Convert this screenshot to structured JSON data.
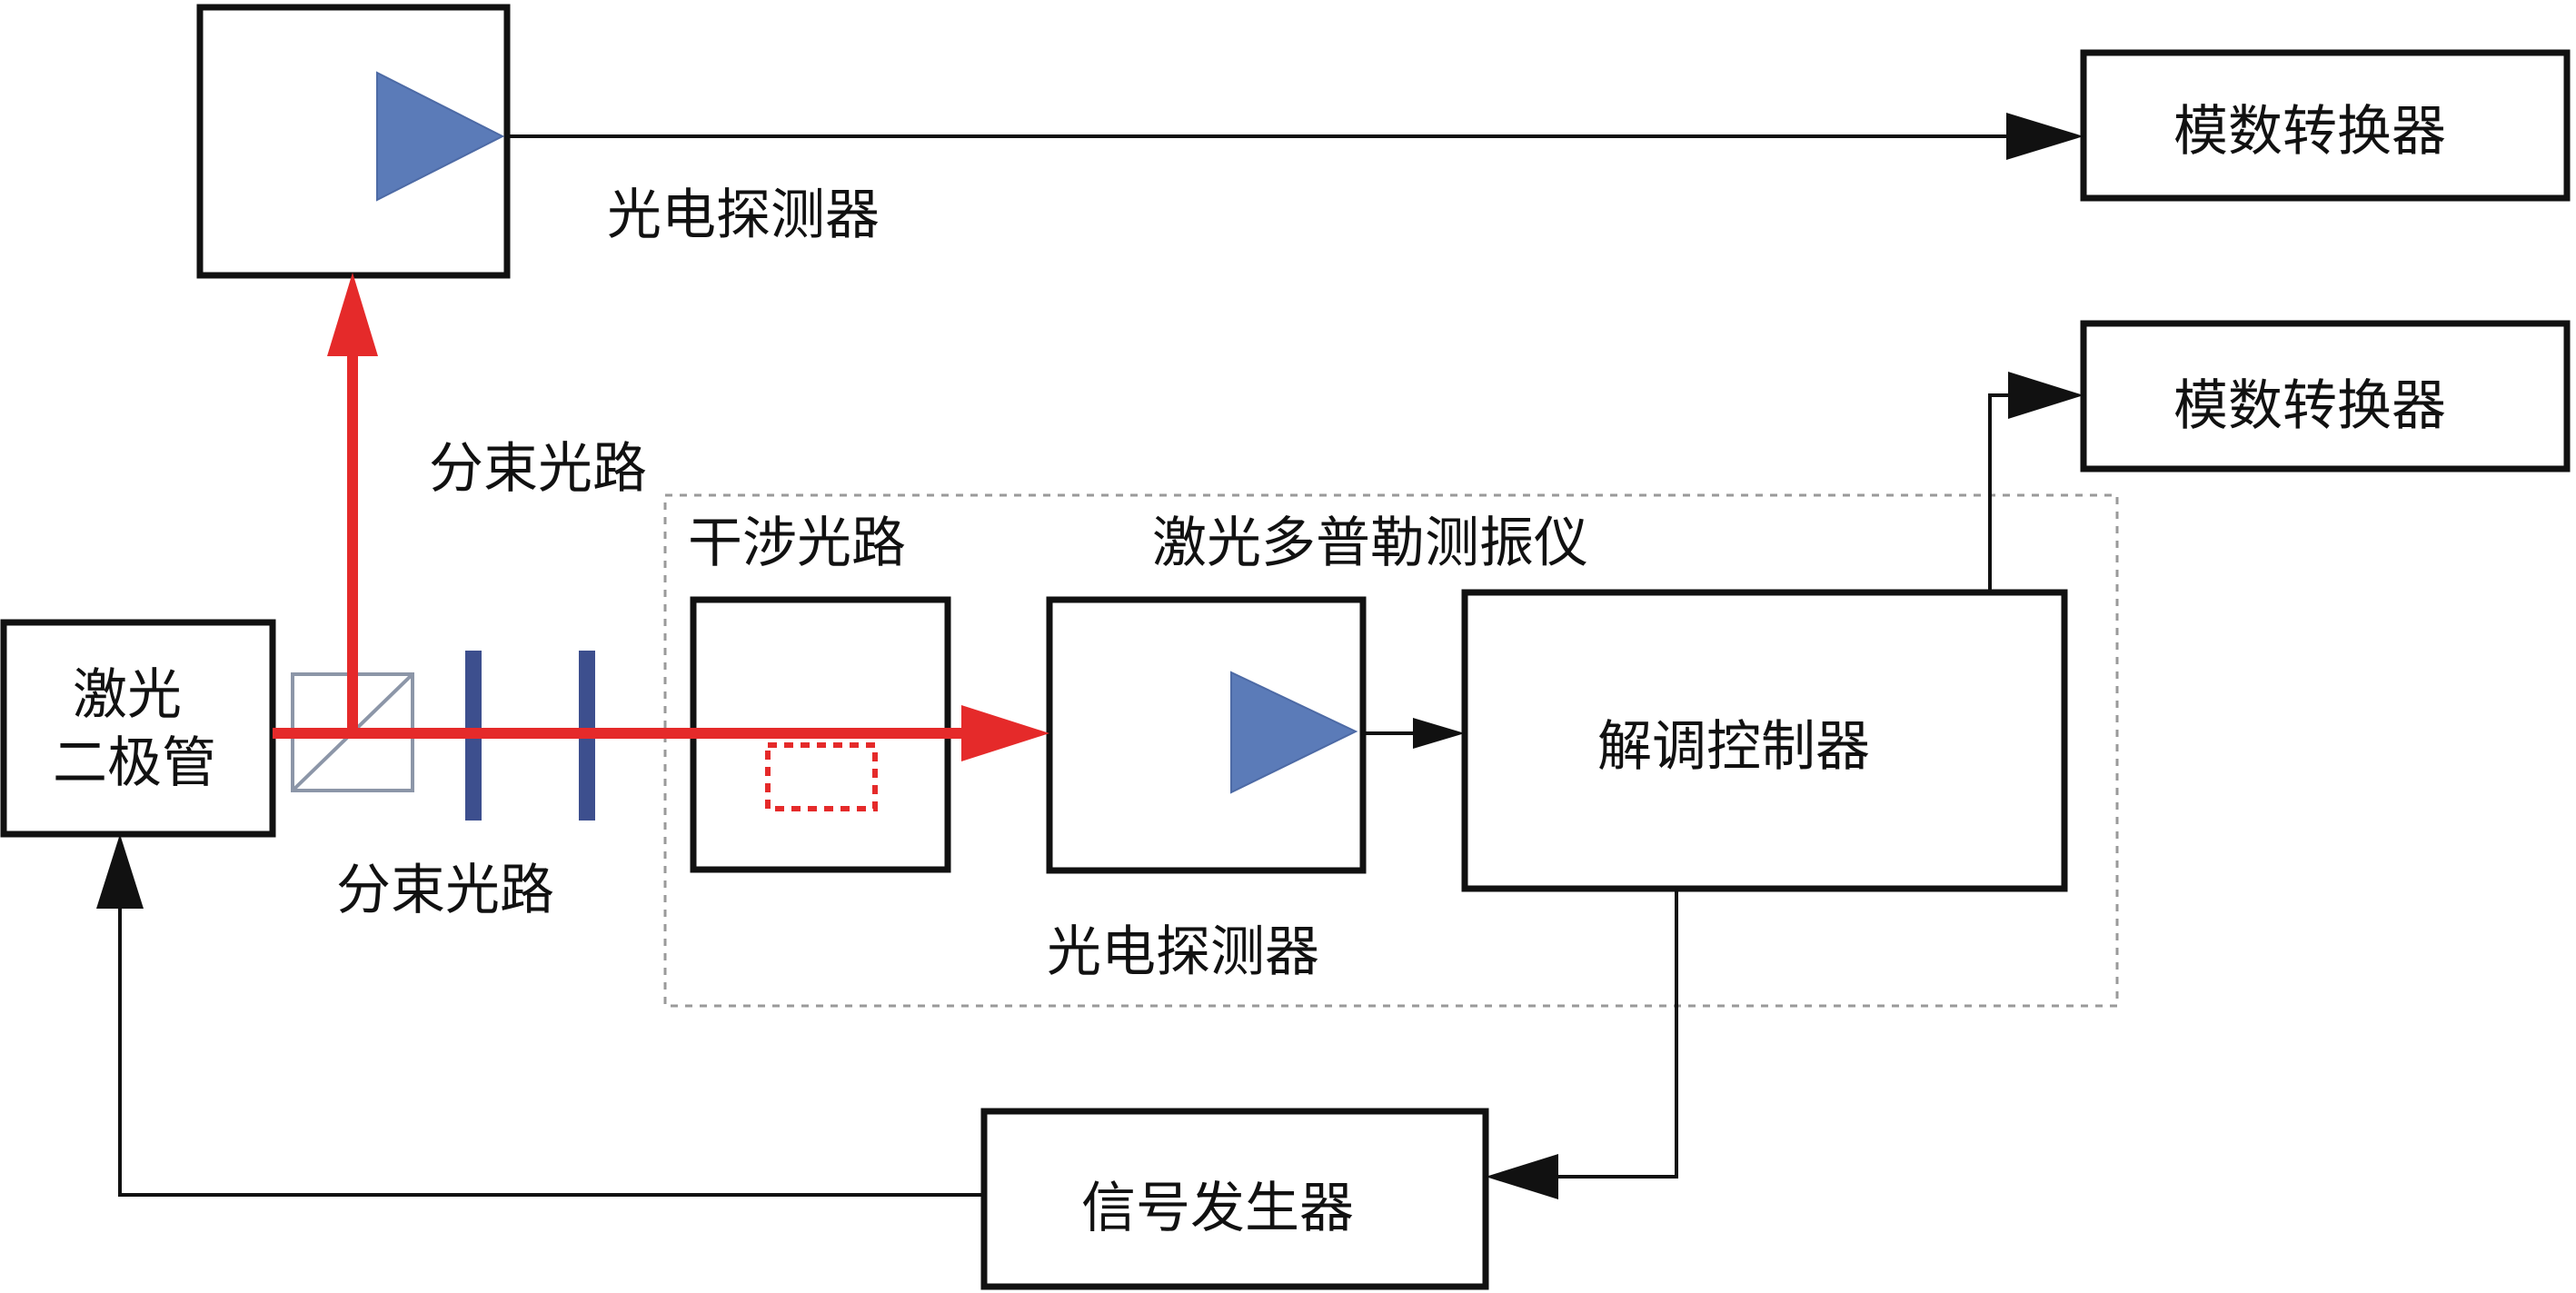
{
  "diagram": {
    "labels": {
      "top_photodetector": "光电探测器",
      "top_adc": "模数转换器",
      "mid_adc": "模数转换器",
      "beam_split_upper": "分束光路",
      "interference_path": "干涉光路",
      "vibrometer": "激光多普勒测振仪",
      "laser_line1": "激光",
      "laser_line2": "二极管",
      "beam_split_lower": "分束光路",
      "demod_controller": "解调控制器",
      "lower_photodetector": "光电探测器",
      "signal_generator": "信号发生器"
    },
    "colors": {
      "beam": "#e52a2a",
      "detector_triangle": "#5b7bb8",
      "waveplate": "#3d4f8e",
      "group_border": "#9a9a9a",
      "splitter": "#8c96a8"
    }
  }
}
